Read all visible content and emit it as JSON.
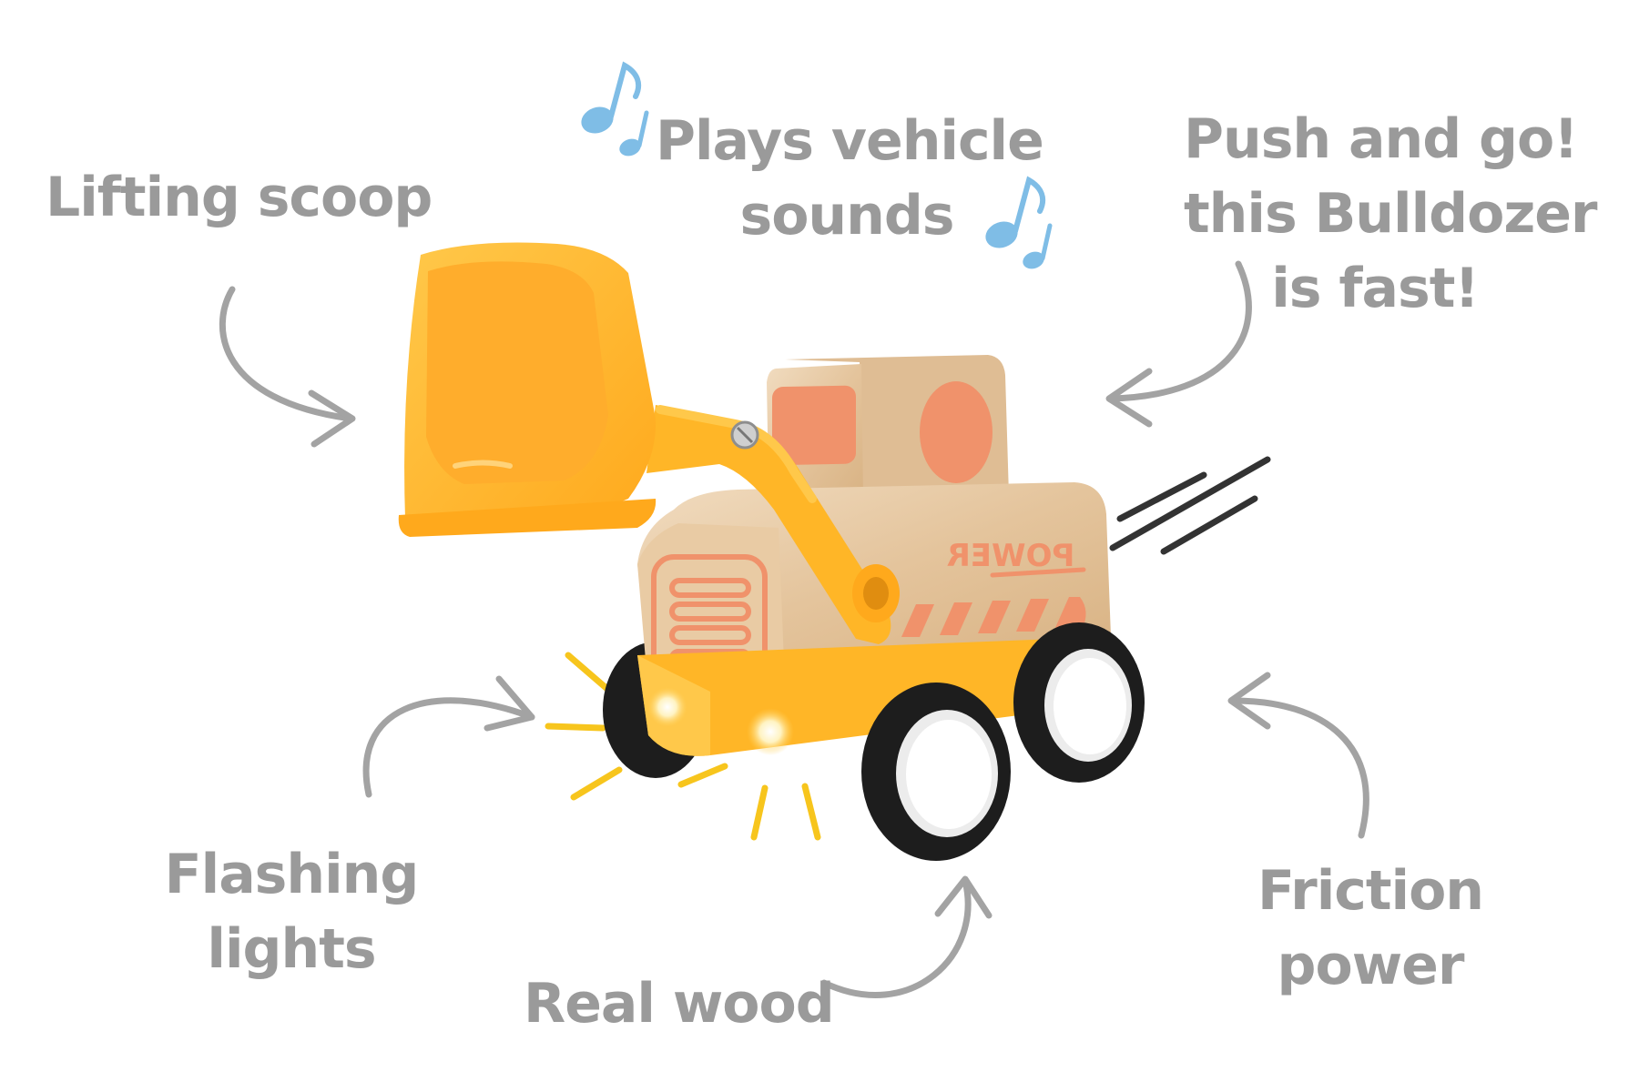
{
  "features": {
    "lifting_scoop": [
      "Lifting scoop"
    ],
    "vehicle_sounds": [
      "Plays vehicle",
      "sounds"
    ],
    "push_and_go": [
      "Push and go!",
      "this Bulldozer",
      "is fast!"
    ],
    "flashing_lights": [
      "Flashing",
      "lights"
    ],
    "real_wood": [
      "Real wood"
    ],
    "friction_power": [
      "Friction",
      "power"
    ]
  },
  "toy": {
    "side_text": "POWER"
  },
  "colors": {
    "label_text": "#9a9a9a",
    "arrow": "#a3a3a3",
    "note": "#7fbde6",
    "scoop": "#ffb627",
    "wood": "#e8cdaa",
    "print": "#f0926b",
    "tire": "#1d1d1d",
    "light_ray": "#f7c51d"
  }
}
